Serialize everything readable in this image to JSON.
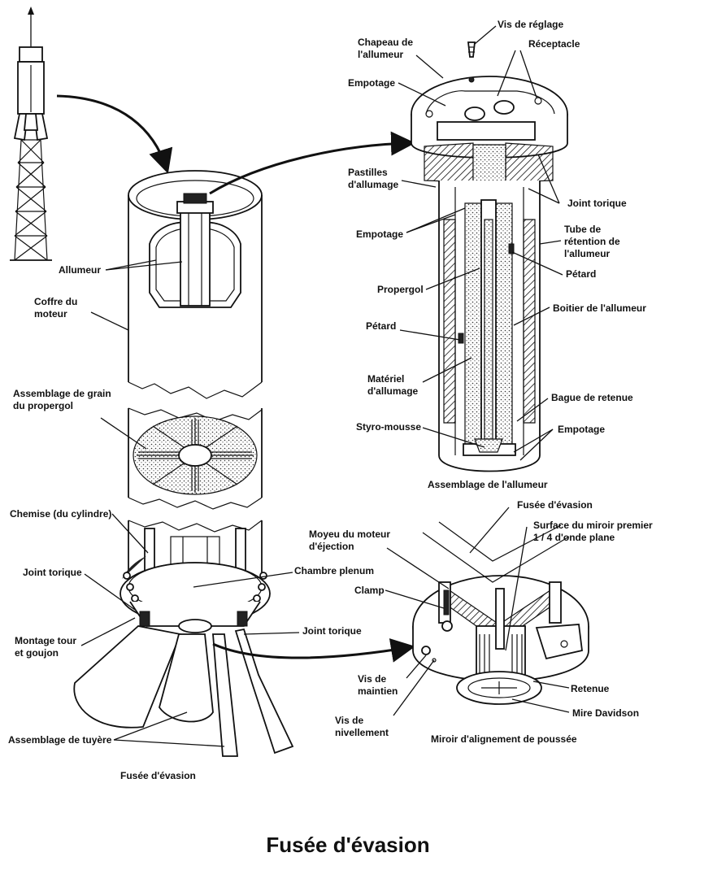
{
  "title": "Fusée d'évasion",
  "labels": {
    "vis_reglage": "Vis de réglage",
    "chapeau_line1": "Chapeau de",
    "chapeau_line2": "l'allumeur",
    "receptacle": "Réceptacle",
    "empotage_top": "Empotage",
    "pastilles_line1": "Pastilles",
    "pastilles_line2": "d'allumage",
    "joint_torique_top": "Joint torique",
    "empotage_mid": "Empotage",
    "tube_line1": "Tube de",
    "tube_line2": "rétention de",
    "tube_line3": "l'allumeur",
    "petard_right": "Pétard",
    "propergol": "Propergol",
    "boitier": "Boitier de l'allumeur",
    "petard_left": "Pétard",
    "materiel_line1": "Matériel",
    "materiel_line2": "d'allumage",
    "bague": "Bague de retenue",
    "styro": "Styro-mousse",
    "empotage_bottom": "Empotage",
    "assemblage_allumeur": "Assemblage de l'allumeur",
    "allumeur": "Allumeur",
    "coffre_line1": "Coffre du",
    "coffre_line2": "moteur",
    "grain_line1": "Assemblage de grain",
    "grain_line2": "du propergol",
    "chemise": "Chemise (du cylindre)",
    "joint_torique_left": "Joint torique",
    "chambre": "Chambre plenum",
    "montage_line1": "Montage tour",
    "montage_line2": "et goujon",
    "joint_torique_low": "Joint torique",
    "assemblage_tuyere": "Assemblage de tuyère",
    "fusee_evasion_caption": "Fusée d'évasion",
    "fusee_evasion_right": "Fusée d'évasion",
    "moyeu_line1": "Moyeu du moteur",
    "moyeu_line2": "d'éjection",
    "surface_line1": "Surface du miroir premier",
    "surface_line2": "1 / 4 d'onde plane",
    "clamp": "Clamp",
    "retenue": "Retenue",
    "vis_maintien_line1": "Vis de",
    "vis_maintien_line2": "maintien",
    "mire": "Mire Davidson",
    "vis_nivellement_line1": "Vis de",
    "vis_nivellement_line2": "nivellement",
    "miroir": "Miroir d'alignement de poussée"
  }
}
